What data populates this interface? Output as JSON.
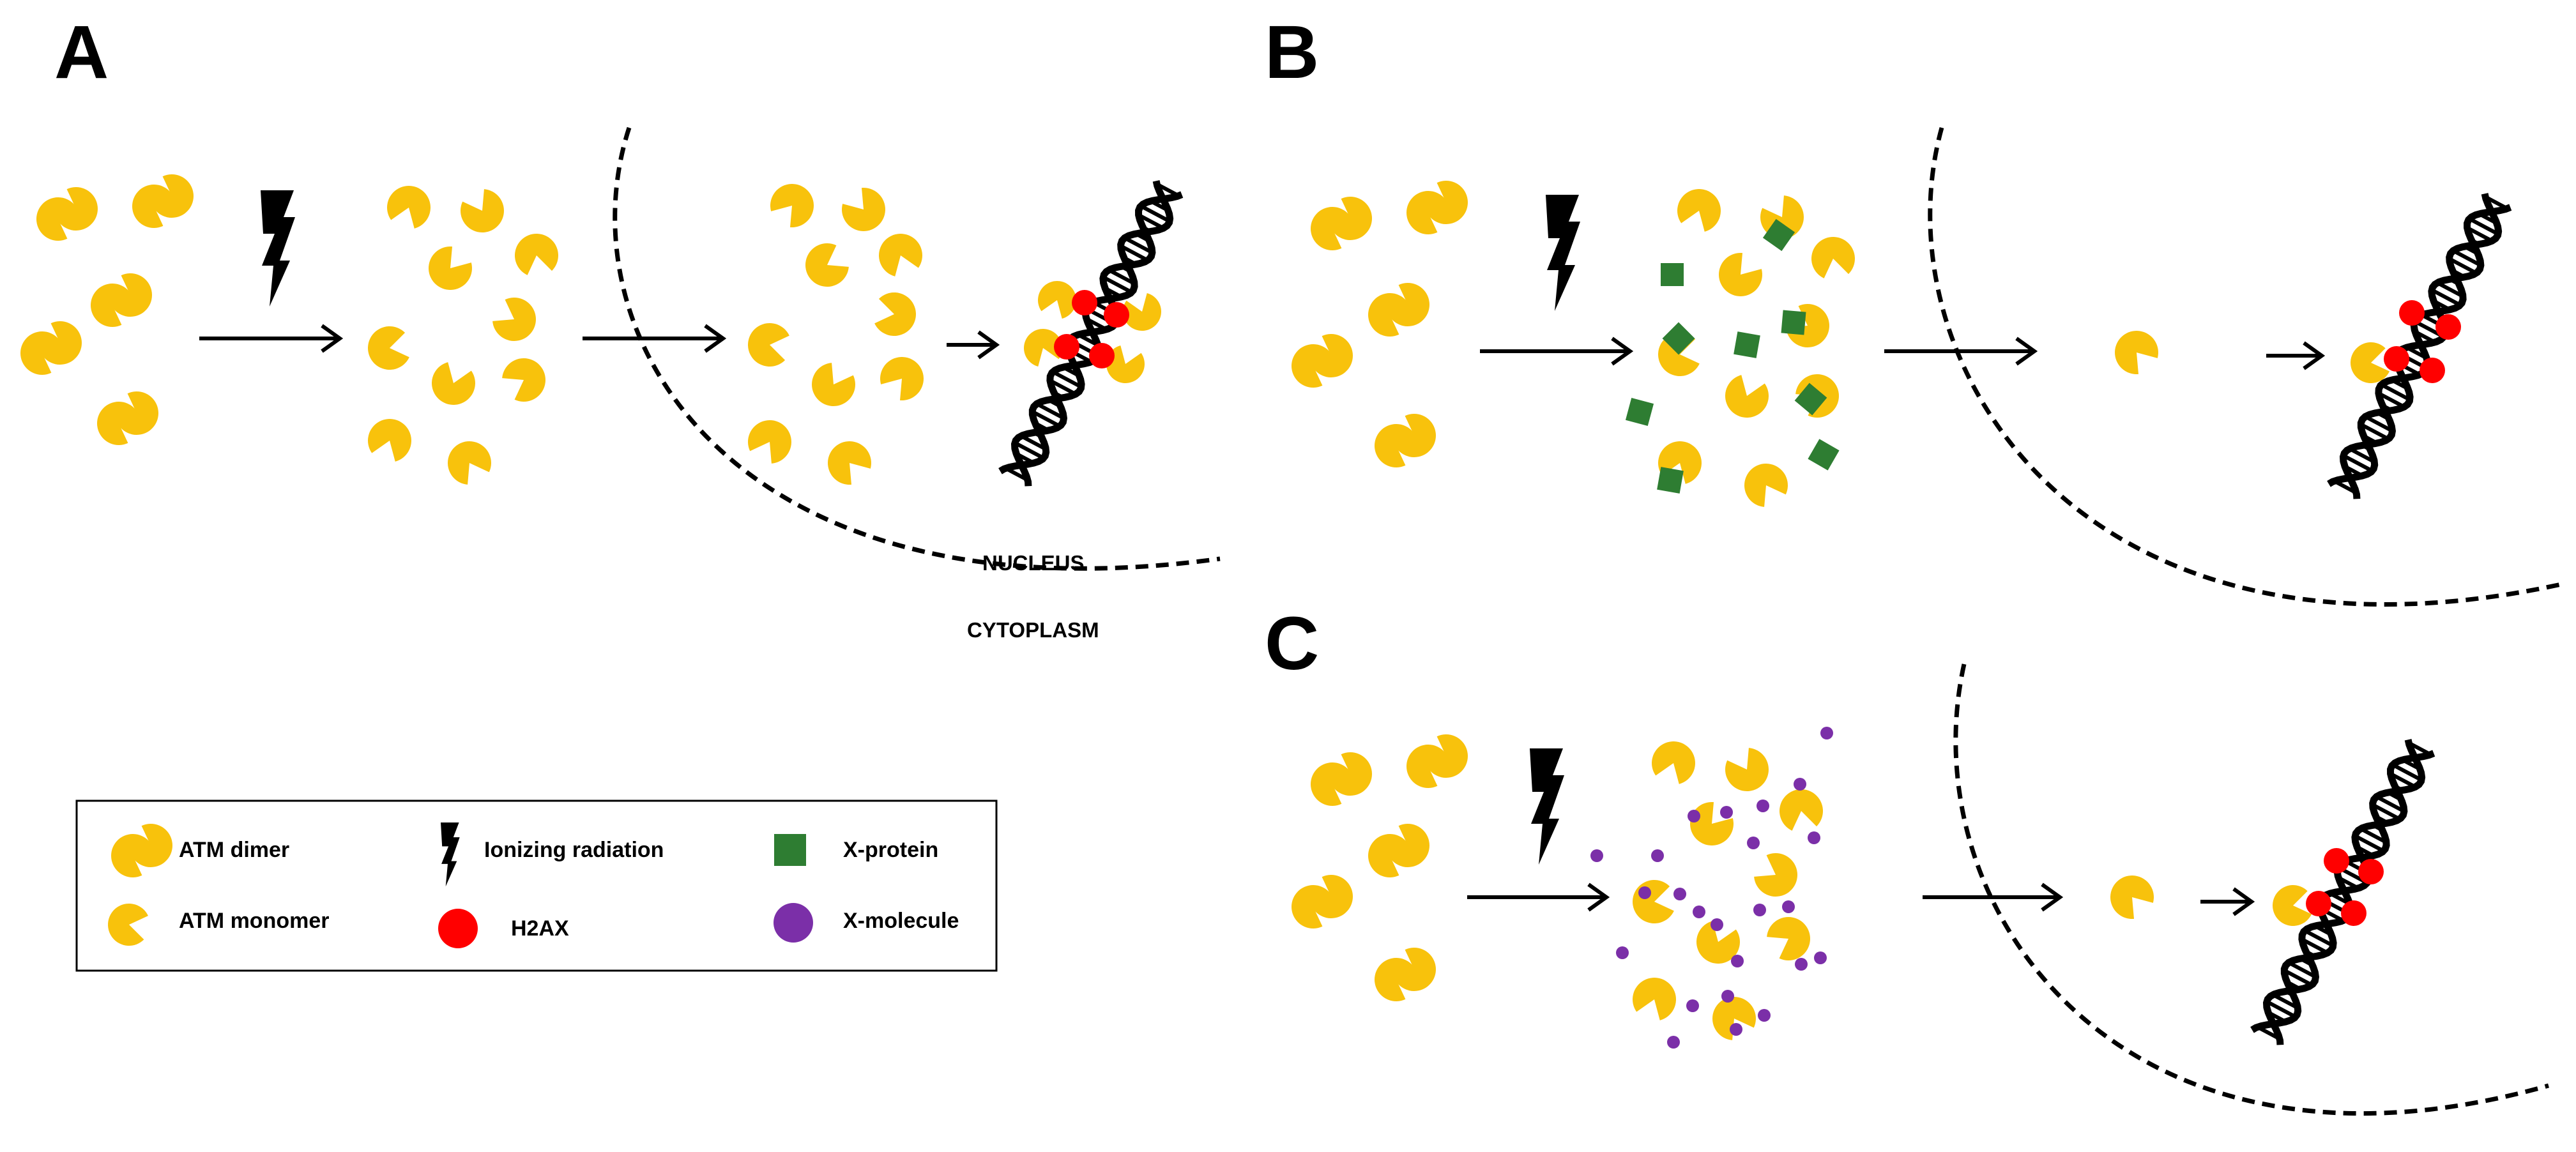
{
  "colors": {
    "atm": "#F8C20C",
    "h2ax": "#FF0000",
    "x_protein": "#2E7D32",
    "x_molecule": "#7B2FA8",
    "ink": "#000000"
  },
  "panels": {
    "a": {
      "label": "A"
    },
    "b": {
      "label": "B"
    },
    "c": {
      "label": "C"
    }
  },
  "regions": {
    "nucleus": "NUCLEUS",
    "cytoplasm": "CYTOPLASM"
  },
  "legend": {
    "atm_dimer": "ATM dimer",
    "atm_monomer": "ATM monomer",
    "ionizing_radiation": "Ionizing radiation",
    "h2ax": "H2AX",
    "x_protein": "X-protein",
    "x_molecule": "X-molecule"
  },
  "icons": {
    "dimer": "atm-dimer-icon",
    "monomer": "atm-monomer-icon",
    "bolt": "lightning-bolt-icon",
    "h2ax": "h2ax-dot-icon",
    "x_protein": "x-protein-square-icon",
    "x_molecule": "x-molecule-dot-icon",
    "dna": "dna-helix-icon",
    "arrow": "arrow-right-icon"
  }
}
